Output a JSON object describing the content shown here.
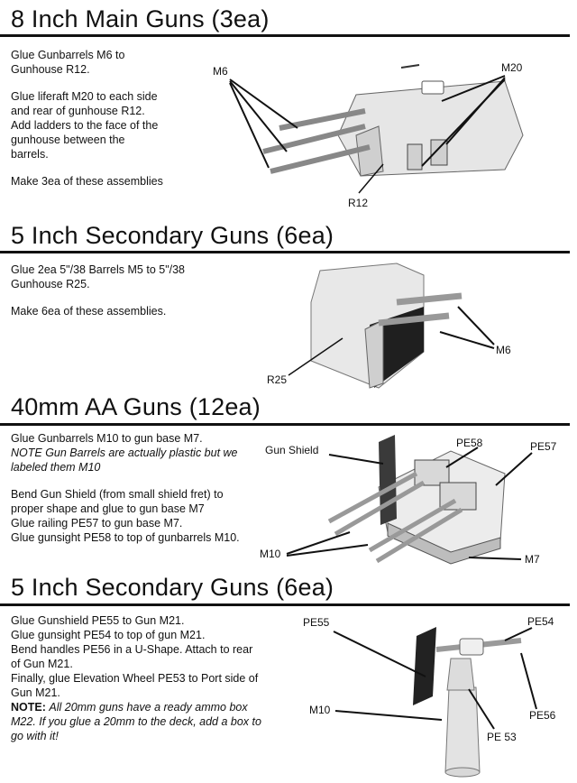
{
  "sections": [
    {
      "title": "8 Inch Main Guns (3ea)",
      "paragraphs": [
        "Glue Gunbarrels M6 to Gunhouse R12.",
        "Glue liferaft M20 to each side and rear of gunhouse R12. Add ladders to the face of the gunhouse between the barrels.",
        "Make 3ea of these assemblies"
      ],
      "callouts": [
        "M6",
        "M20",
        "R12"
      ]
    },
    {
      "title": "5 Inch Secondary Guns (6ea)",
      "paragraphs": [
        "Glue 2ea 5\"/38 Barrels M5 to 5\"/38 Gunhouse R25.",
        "Make 6ea of these assemblies."
      ],
      "callouts": [
        "M6",
        "R25"
      ]
    },
    {
      "title": "40mm AA Guns (12ea)",
      "line1": "Glue Gunbarrels M10 to gun base M7.",
      "note_italic": "NOTE Gun Barrels are actually plastic but we labeled them M10",
      "line2": "Bend Gun Shield (from small shield fret) to proper shape and glue to gun base M7",
      "line3": "Glue railing PE57 to gun base M7.",
      "line4": "Glue gunsight PE58 to top of gunbarrels M10.",
      "callouts": [
        "Gun Shield",
        "PE58",
        "PE57",
        "M10",
        "M7"
      ]
    },
    {
      "title": "5 Inch Secondary Guns (6ea)",
      "line1": "Glue Gunshield PE55 to Gun M21.",
      "line2": "Glue gunsight PE54 to top of gun M21.",
      "line3": "Bend handles PE56 in a U-Shape. Attach to rear of Gun M21.",
      "line4": "Finally, glue Elevation Wheel PE53 to Port side of Gun M21.",
      "note_label": "NOTE:",
      "note_text": "All 20mm guns have a ready ammo box M22. If you glue a 20mm to the deck, add a box to go with it!",
      "callouts": [
        "PE55",
        "PE54",
        "M10",
        "PE56",
        "PE 53"
      ]
    }
  ]
}
